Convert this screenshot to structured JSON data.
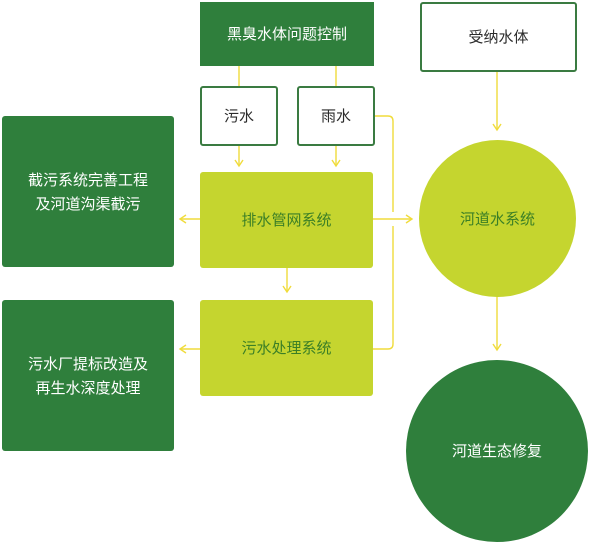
{
  "colors": {
    "dark_green": "#2f7f3c",
    "lime": "#c5d52f",
    "arrow": "#f0dc3c",
    "outline": "#3a7b41"
  },
  "nodes": {
    "black_odor_control": "黑臭水体问题控制",
    "sewage": "污水",
    "rainwater": "雨水",
    "drainage_network": "排水管网系统",
    "sewage_treatment": "污水处理系统",
    "interception_line1": "截污系统完善工程",
    "interception_line2": "及河道沟渠截污",
    "plant_upgrade_line1": "污水厂提标改造及",
    "plant_upgrade_line2": "再生水深度处理",
    "receiving_water": "受纳水体",
    "river_water_system": "河道水系统",
    "river_ecological_restoration": "河道生态修复"
  }
}
